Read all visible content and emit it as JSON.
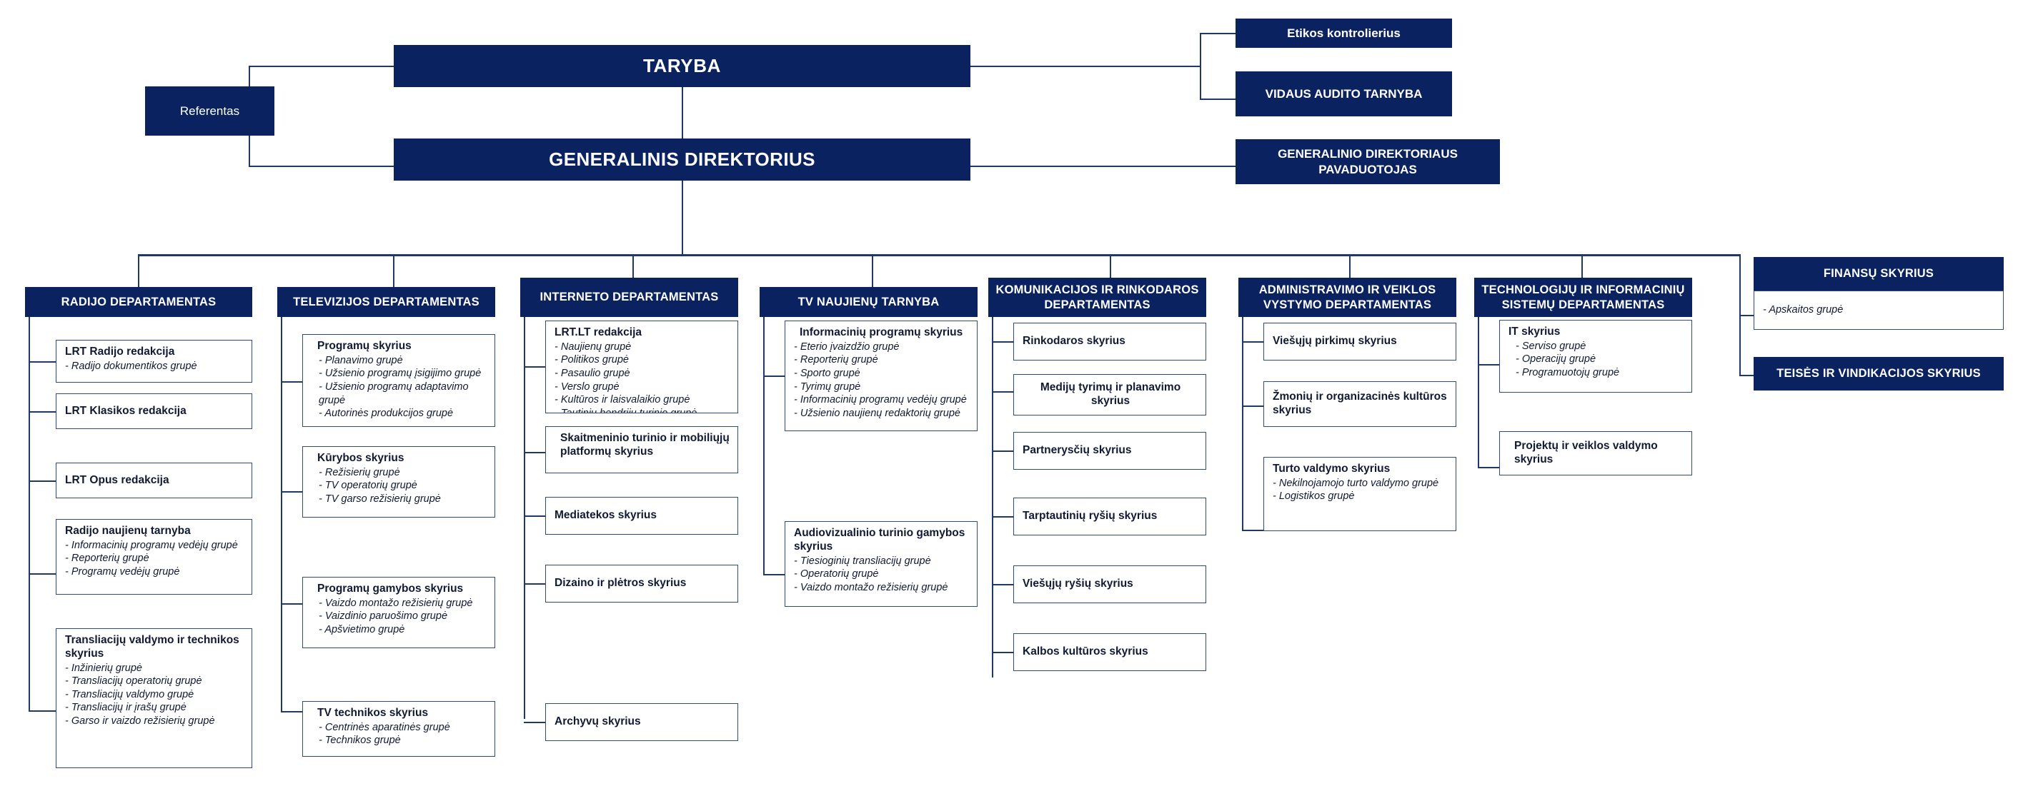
{
  "colors": {
    "navy": "#0A2260",
    "line": "#1F3864",
    "boxBorder": "#2E4B7C",
    "text": "#121A33"
  },
  "top": {
    "council": "TARYBA",
    "referent": "Referentas",
    "director": "GENERALINIS DIREKTORIUS",
    "ethics_controller": "Etikos kontrolierius",
    "internal_audit": "VIDAUS AUDITO TARNYBA",
    "deputy_director": "GENERALINIO DIREKTORIAUS PAVADUOTOJAS"
  },
  "departments": [
    {
      "key": "radio",
      "title": "RADIJO DEPARTAMENTAS",
      "units": [
        {
          "title": "LRT Radijo redakcija",
          "groups": [
            "- Radijo dokumentikos grupė"
          ]
        },
        {
          "title": "LRT Klasikos redakcija",
          "groups": []
        },
        {
          "title": "LRT Opus redakcija",
          "groups": []
        },
        {
          "title": "Radijo naujienų tarnyba",
          "groups": [
            "- Informacinių programų vedėjų grupė",
            "- Reporterių grupė",
            "- Programų vedėjų grupė"
          ]
        },
        {
          "title": "Transliacijų valdymo ir technikos skyrius",
          "groups": [
            "- Inžinierių grupė",
            "- Transliacijų operatorių grupė",
            "- Transliacijų valdymo grupė",
            "- Transliacijų ir įrašų grupė",
            "- Garso ir vaizdo režisierių grupė"
          ]
        }
      ]
    },
    {
      "key": "television",
      "title": "TELEVIZIJOS DEPARTAMENTAS",
      "units": [
        {
          "title": "Programų skyrius",
          "groups": [
            "- Planavimo grupė",
            "- Užsienio programų įsigijimo grupė",
            "- Užsienio programų adaptavimo grupė",
            "- Autorinės produkcijos grupė"
          ]
        },
        {
          "title": "Kūrybos skyrius",
          "groups": [
            "- Režisierių grupė",
            "- TV operatorių grupė",
            "- TV garso režisierių grupė"
          ]
        },
        {
          "title": "Programų gamybos skyrius",
          "groups": [
            "- Vaizdo montažo režisierių grupė",
            "- Vaizdinio paruošimo grupė",
            "- Apšvietimo grupė"
          ]
        },
        {
          "title": "TV technikos skyrius",
          "groups": [
            "- Centrinės aparatinės grupė",
            "- Technikos grupė"
          ]
        }
      ]
    },
    {
      "key": "internet",
      "title": "INTERNETO DEPARTAMENTAS",
      "units": [
        {
          "title": "LRT.LT redakcija",
          "groups": [
            "- Naujienų grupė",
            "- Politikos grupė",
            "- Pasaulio grupė",
            "- Verslo grupė",
            "- Kultūros ir laisvalaikio grupė",
            "- Tautinių bendrijų turinio grupė"
          ]
        },
        {
          "title": "Skaitmeninio turinio ir mobiliųjų platformų skyrius",
          "groups": []
        },
        {
          "title": "Mediatekos skyrius",
          "groups": []
        },
        {
          "title": "Dizaino ir plėtros skyrius",
          "groups": []
        },
        {
          "title": "Archyvų skyrius",
          "groups": []
        }
      ]
    },
    {
      "key": "tv-news",
      "title": "TV NAUJIENŲ TARNYBA",
      "units": [
        {
          "title": "Informacinių programų skyrius",
          "groups": [
            "- Eterio įvaizdžio grupė",
            "- Reporterių grupė",
            "- Sporto   grupė",
            "- Tyrimų grupė",
            "- Informacinių programų vedėjų grupė",
            "- Užsienio naujienų redaktorių grupė"
          ]
        },
        {
          "title": "Audiovizualinio turinio gamybos skyrius",
          "groups": [
            "- Tiesioginių transliacijų grupė",
            "- Operatorių grupė",
            "- Vaizdo montažo režisierių grupė"
          ]
        }
      ]
    },
    {
      "key": "communication",
      "title": "KOMUNIKACIJOS IR RINKODAROS DEPARTAMENTAS",
      "units": [
        {
          "title": "Rinkodaros skyrius",
          "groups": []
        },
        {
          "title": "Medijų tyrimų ir planavimo skyrius",
          "groups": []
        },
        {
          "title": "Partnerysčių skyrius",
          "groups": []
        },
        {
          "title": "Tarptautinių ryšių skyrius",
          "groups": []
        },
        {
          "title": "Viešųjų ryšių skyrius",
          "groups": []
        },
        {
          "title": "Kalbos kultūros skyrius",
          "groups": []
        }
      ]
    },
    {
      "key": "administration",
      "title": "ADMINISTRAVIMO IR VEIKLOS VYSTYMO DEPARTAMENTAS",
      "units": [
        {
          "title": "Viešųjų pirkimų skyrius",
          "groups": []
        },
        {
          "title": "Žmonių ir organizacinės kultūros skyrius",
          "groups": []
        },
        {
          "title": "Turto valdymo skyrius",
          "groups": [
            "- Nekilnojamojo turto valdymo grupė",
            "- Logistikos grupė"
          ]
        }
      ]
    },
    {
      "key": "technology",
      "title": "TECHNOLOGIJŲ IR INFORMACINIŲ SISTEMŲ DEPARTAMENTAS",
      "units": [
        {
          "title": "IT skyrius",
          "groups": [
            "- Serviso grupė",
            "- Operacijų grupė",
            "- Programuotojų grupė"
          ]
        },
        {
          "title": "Projektų ir veiklos valdymo skyrius",
          "groups": []
        }
      ]
    }
  ],
  "finance": {
    "title": "FINANSŲ SKYRIUS",
    "group": "- Apskaitos grupė",
    "legal": "TEISĖS IR VINDIKACIJOS SKYRIUS"
  }
}
